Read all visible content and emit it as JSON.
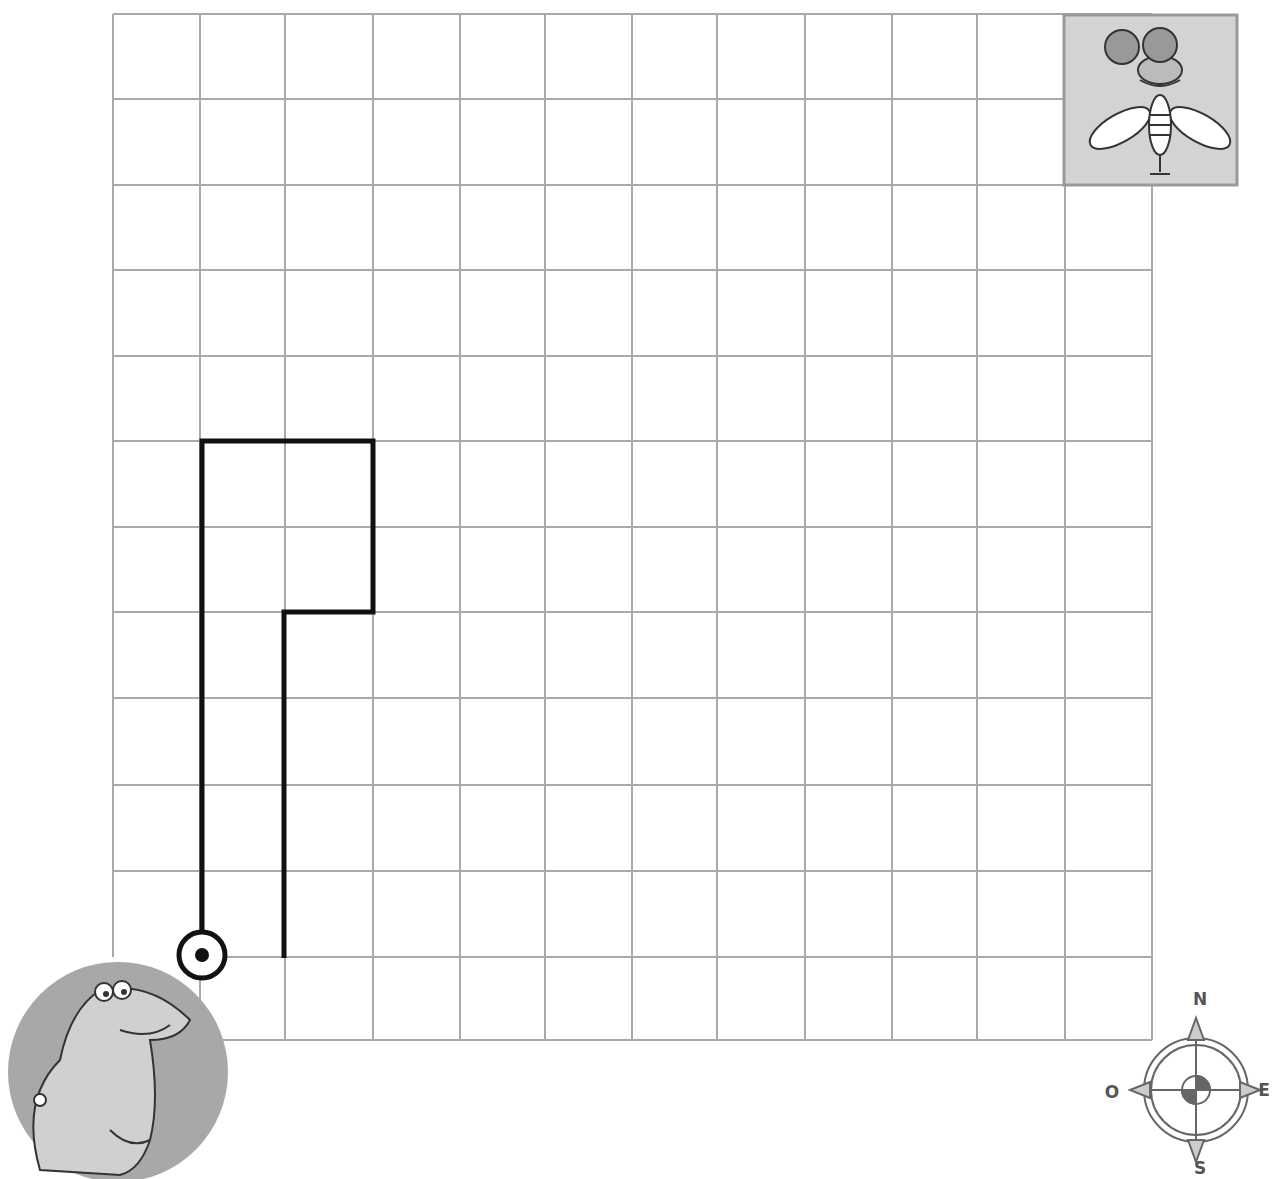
{
  "diagram": {
    "labels": [
      "N",
      "O",
      "E",
      "S"
    ]
  }
}
